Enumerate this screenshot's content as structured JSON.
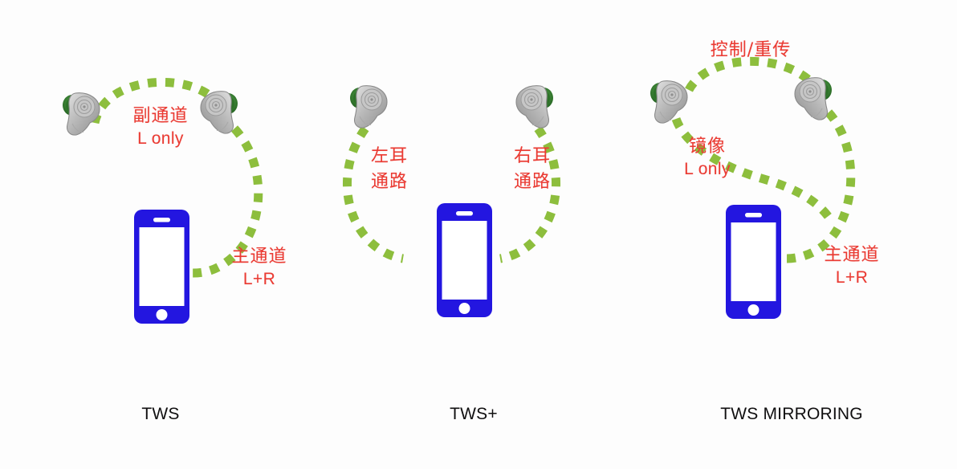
{
  "figure": {
    "background_color": "#fdfdfd",
    "accent_colors": {
      "link_green": "#8dbe3d",
      "label_red": "#ea3b33",
      "phone_blue": "#2316e0",
      "phone_screen": "#ffffff",
      "earbud_body": "#b3b3b3",
      "earbud_tip": "#2f7a2a",
      "caption_black": "#100f10"
    }
  },
  "panels": [
    {
      "id": "tws",
      "caption": "TWS",
      "devices": {
        "left_earbud": "earbud-left-icon",
        "right_earbud": "earbud-right-icon",
        "phone": "smartphone-icon"
      },
      "links": [
        {
          "id": "tws-relay-link",
          "name": "sub-channel-link",
          "label_cn": "副通道",
          "label_en": "L only"
        },
        {
          "id": "tws-main-link",
          "name": "main-channel-link",
          "label_cn": "主通道",
          "label_en": "L+R"
        }
      ]
    },
    {
      "id": "twsplus",
      "caption": "TWS+",
      "devices": {
        "left_earbud": "earbud-left-icon",
        "right_earbud": "earbud-right-icon",
        "phone": "smartphone-icon"
      },
      "links": [
        {
          "id": "twsplus-left-link",
          "name": "left-ear-path-link",
          "label_cn": "左耳",
          "label_cn2": "通路",
          "label_en": ""
        },
        {
          "id": "twsplus-right-link",
          "name": "right-ear-path-link",
          "label_cn": "右耳",
          "label_cn2": "通路",
          "label_en": ""
        }
      ]
    },
    {
      "id": "mirror",
      "caption": "TWS MIRRORING",
      "devices": {
        "left_earbud": "earbud-left-icon",
        "right_earbud": "earbud-right-icon",
        "phone": "smartphone-icon"
      },
      "links": [
        {
          "id": "mirror-control-link",
          "name": "control-retransmit-link",
          "label_cn": "控制/重传",
          "label_en": ""
        },
        {
          "id": "mirror-mirror-link",
          "name": "mirroring-link",
          "label_cn": "镜像",
          "label_en": "L only"
        },
        {
          "id": "mirror-main-link",
          "name": "main-channel-link",
          "label_cn": "主通道",
          "label_en": "L+R"
        }
      ]
    }
  ]
}
